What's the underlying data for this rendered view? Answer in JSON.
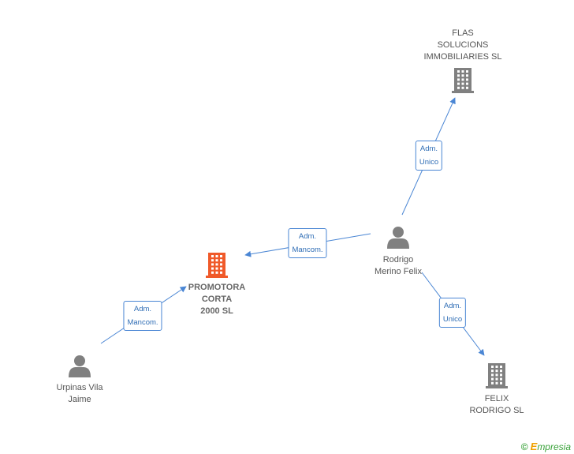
{
  "colors": {
    "edge": "#4a86d4",
    "person": "#808080",
    "company": "#808080",
    "main_company": "#f05a2a"
  },
  "nodes": [
    {
      "id": "promotora",
      "type": "company",
      "main": true,
      "icon": "building-icon",
      "label": "PROMOTORA\nCORTA\n2000 SL"
    },
    {
      "id": "flas",
      "type": "company",
      "main": false,
      "icon": "building-icon",
      "label": "FLAS\nSOLUCIONS\nIMMOBILIARIES SL"
    },
    {
      "id": "felix",
      "type": "company",
      "main": false,
      "icon": "building-icon",
      "label": "FELIX\nRODRIGO SL"
    },
    {
      "id": "rodrigo",
      "type": "person",
      "main": false,
      "icon": "person-icon",
      "label": "Rodrigo\nMerino Felix"
    },
    {
      "id": "urpinas",
      "type": "person",
      "main": false,
      "icon": "person-icon",
      "label": "Urpinas Vila\nJaime"
    }
  ],
  "edges": [
    {
      "id": "rodrigo-flas",
      "from": "rodrigo",
      "to": "flas",
      "label": "Adm.\nUnico"
    },
    {
      "id": "rodrigo-promotora",
      "from": "rodrigo",
      "to": "promotora",
      "label": "Adm.\nMancom."
    },
    {
      "id": "rodrigo-felix",
      "from": "rodrigo",
      "to": "felix",
      "label": "Adm.\nUnico"
    },
    {
      "id": "urpinas-promotora",
      "from": "urpinas",
      "to": "promotora",
      "label": "Adm.\nMancom."
    }
  ],
  "footer": {
    "copyright_symbol": "©",
    "brand_first": "E",
    "brand_rest": "mpresia"
  }
}
